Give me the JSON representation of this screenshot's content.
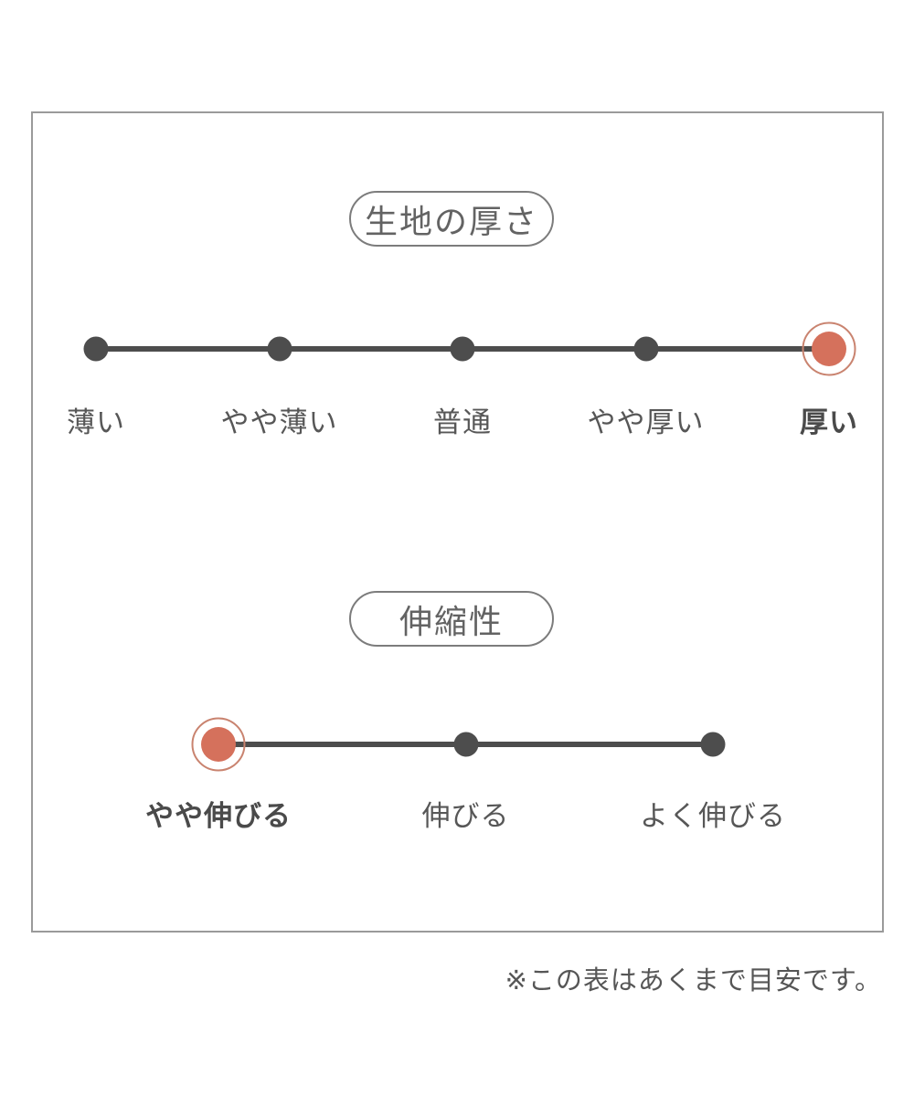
{
  "colors": {
    "line": "#4d4d4d",
    "text": "#575757",
    "selected_dot": "#d5715c",
    "selected_ring": "#c9836f",
    "frame_border": "#9a9a9a"
  },
  "scales": [
    {
      "title": "生地の厚さ",
      "points": [
        {
          "label": "薄い",
          "selected": false
        },
        {
          "label": "やや薄い",
          "selected": false
        },
        {
          "label": "普通",
          "selected": false
        },
        {
          "label": "やや厚い",
          "selected": false
        },
        {
          "label": "厚い",
          "selected": true
        }
      ]
    },
    {
      "title": "伸縮性",
      "points": [
        {
          "label": "やや伸びる",
          "selected": true
        },
        {
          "label": "伸びる",
          "selected": false
        },
        {
          "label": "よく伸びる",
          "selected": false
        }
      ]
    }
  ],
  "footer": {
    "note": "※この表はあくまで目安です。"
  }
}
